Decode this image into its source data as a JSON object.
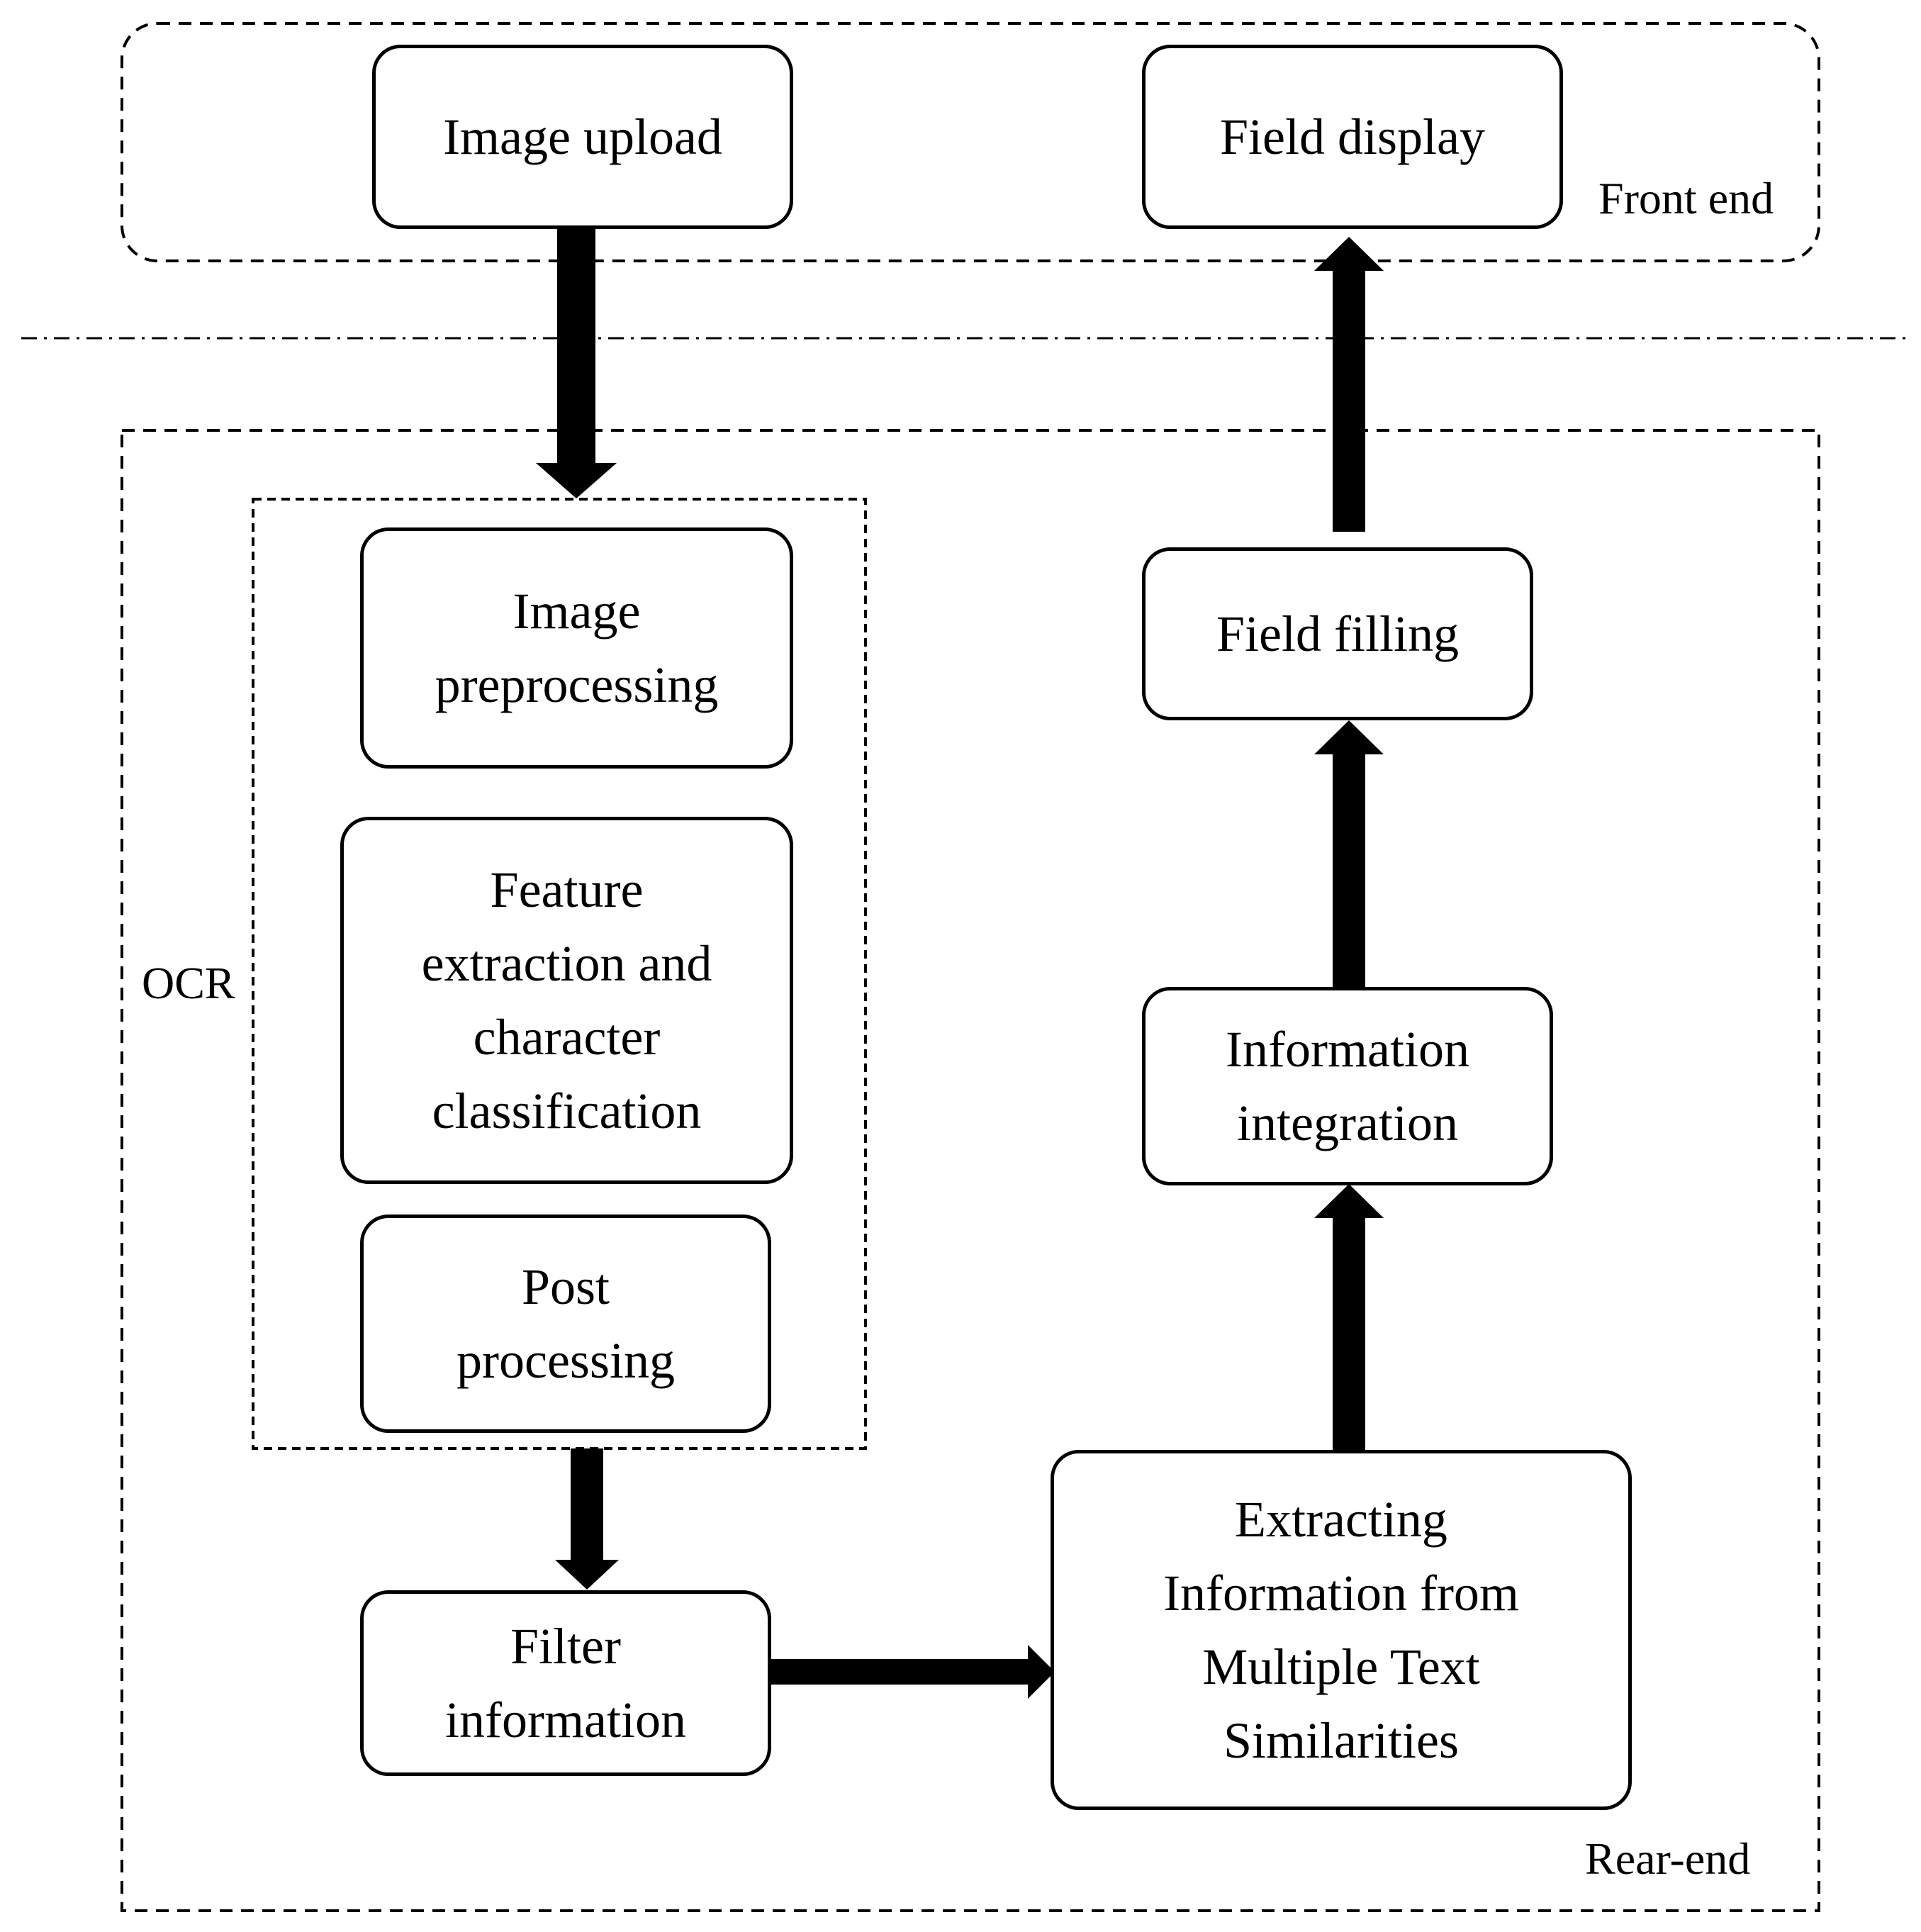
{
  "diagram": {
    "groups": {
      "front_end": "Front end",
      "rear_end": "Rear-end",
      "ocr": "OCR"
    },
    "nodes": {
      "image_upload": "Image upload",
      "field_display": "Field display",
      "image_preprocessing": "Image preprocessing",
      "feature_extraction": "Feature extraction and character classification",
      "post_processing": "Post processing",
      "filter_information": "Filter information",
      "extracting_information": "Extracting Information from Multiple Text Similarities",
      "information_integration": "Information integration",
      "field_filling": "Field filling"
    },
    "edges": [
      {
        "from": "image_upload",
        "to": "ocr"
      },
      {
        "from": "ocr",
        "to": "filter_information"
      },
      {
        "from": "filter_information",
        "to": "extracting_information"
      },
      {
        "from": "extracting_information",
        "to": "information_integration"
      },
      {
        "from": "information_integration",
        "to": "field_filling"
      },
      {
        "from": "field_filling",
        "to": "field_display"
      }
    ]
  }
}
